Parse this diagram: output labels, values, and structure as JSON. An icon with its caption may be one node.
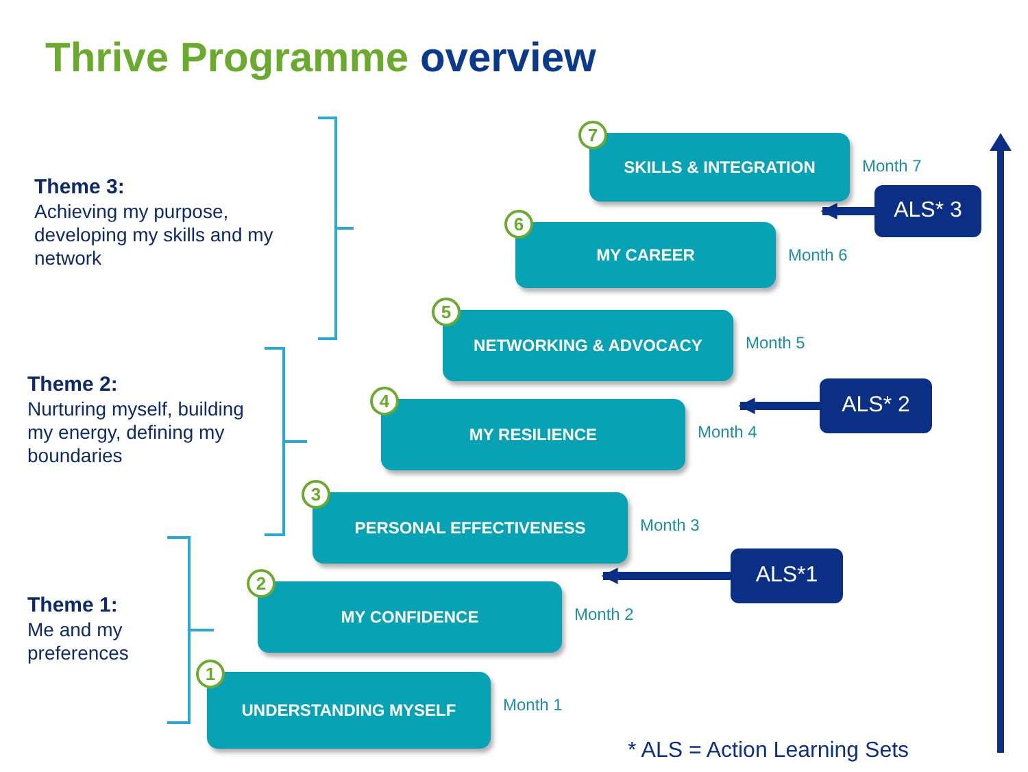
{
  "diagram": {
    "title": "Thrive Programme overview",
    "nodes": [
      {
        "text": [
          "1",
          "UNDERSTANDING MYSELF"
        ],
        "beside": [
          "Month 1"
        ]
      },
      {
        "text": [
          "2",
          "MY CONFIDENCE"
        ],
        "beside": [
          "Month 2"
        ]
      },
      {
        "text": [
          "3",
          "PERSONAL EFFECTIVENESS"
        ],
        "beside": [
          "Month 3"
        ]
      },
      {
        "text": [
          "4",
          "MY RESILIENCE"
        ],
        "beside": [
          "Month 4"
        ]
      },
      {
        "text": [
          "5",
          "NETWORKING & ADVOCACY"
        ],
        "beside": [
          "Month 5"
        ]
      },
      {
        "text": [
          "6",
          "MY CAREER"
        ],
        "beside": [
          "Month 6"
        ]
      },
      {
        "text": [
          "7",
          "SKILLS & INTEGRATION"
        ],
        "beside": [
          "Month 7"
        ]
      },
      {
        "text": [
          "ALS*1"
        ]
      },
      {
        "text": [
          "ALS* 2"
        ]
      },
      {
        "text": [
          "ALS* 3"
        ]
      }
    ],
    "edges": [
      {
        "from": 7,
        "to": 1,
        "arrow": "to"
      },
      {
        "from": 8,
        "to": 4,
        "arrow": "to"
      },
      {
        "from": 9,
        "to": 5,
        "arrow": "to"
      }
    ],
    "labels": [
      "Theme 3:",
      "Achieving my purpose, developing my skills and my network",
      "Theme 2:",
      "Nurturing myself, building my energy, defining my boundaries",
      "Theme 1:",
      "Me and my preferences",
      "* ALS = Action Learning Sets"
    ]
  }
}
